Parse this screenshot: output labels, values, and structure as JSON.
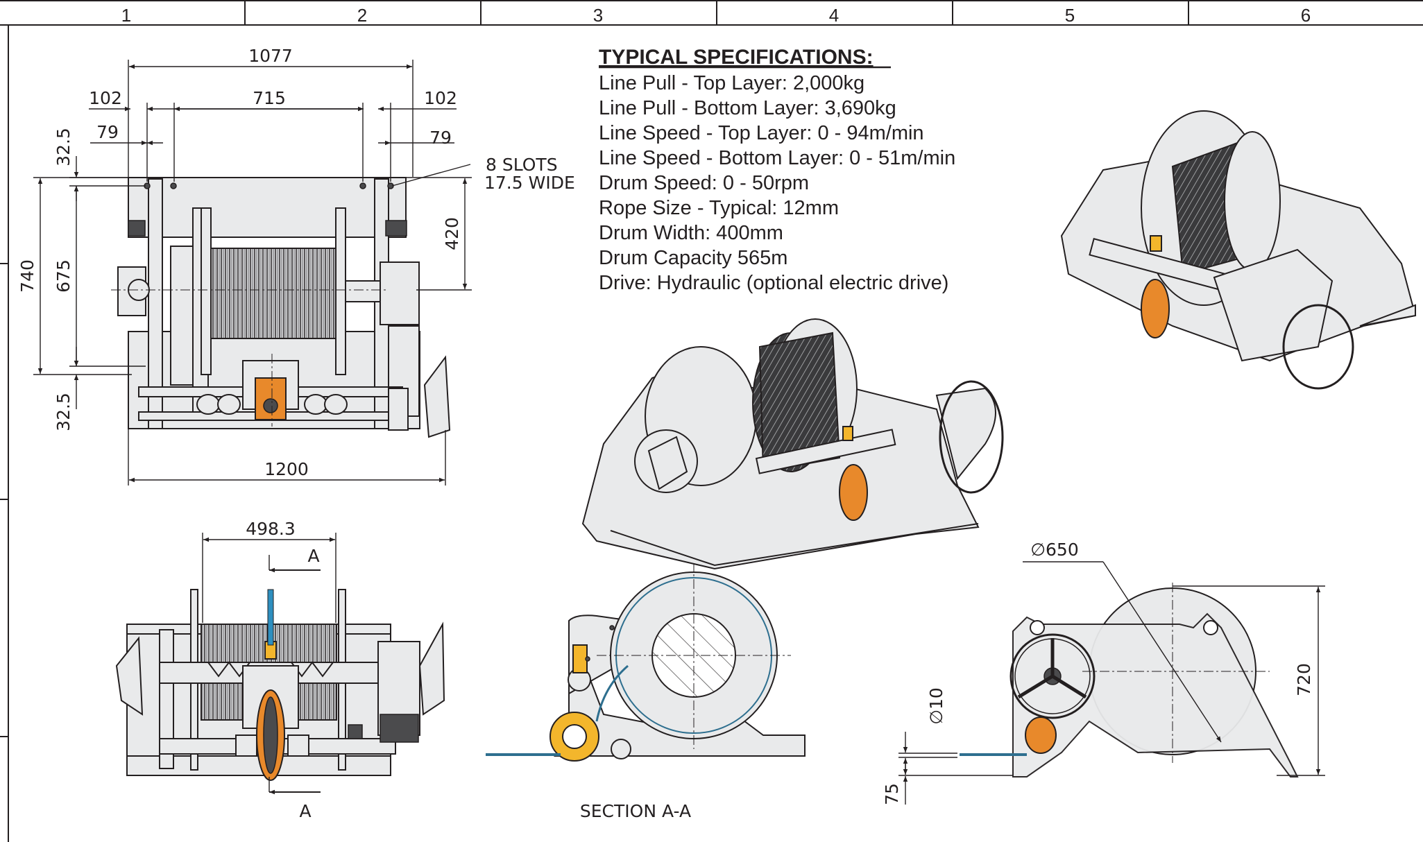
{
  "title_block": {
    "zones": [
      "1",
      "2",
      "3",
      "4",
      "5",
      "6"
    ]
  },
  "specifications": {
    "heading": "TYPICAL SPECIFICATIONS:",
    "lines": [
      "Line Pull - Top Layer: 2,000kg",
      "Line Pull - Bottom Layer:  3,690kg",
      "Line Speed - Top Layer: 0 - 94m/min",
      "Line Speed - Bottom Layer:  0 - 51m/min",
      "Drum Speed:  0 - 50rpm",
      "Rope Size - Typical: 12mm",
      "Drum Width: 400mm",
      "Drum Capacity 565m",
      "Drive: Hydraulic (optional electric drive)"
    ]
  },
  "top_view": {
    "dim_overall_top": "1077",
    "dim_left_102": "102",
    "dim_mid_715": "715",
    "dim_right_102": "102",
    "dim_left_79": "79",
    "dim_right_79": "79",
    "dim_top_32_5": "32.5",
    "dim_bottom_32_5": "32.5",
    "dim_740": "740",
    "dim_675": "675",
    "dim_420": "420",
    "dim_overall_bottom": "1200",
    "note_slots_line1": "8 SLOTS",
    "note_slots_line2": "17.5 WIDE"
  },
  "front_view": {
    "dim_498_3": "498.3",
    "section_mark_top": "A",
    "section_mark_bottom": "A"
  },
  "section_view": {
    "label": "SECTION A-A"
  },
  "side_view": {
    "dim_diameter_650": "∅650",
    "dim_diameter_10": "∅10",
    "dim_720": "720",
    "dim_75": "75"
  }
}
